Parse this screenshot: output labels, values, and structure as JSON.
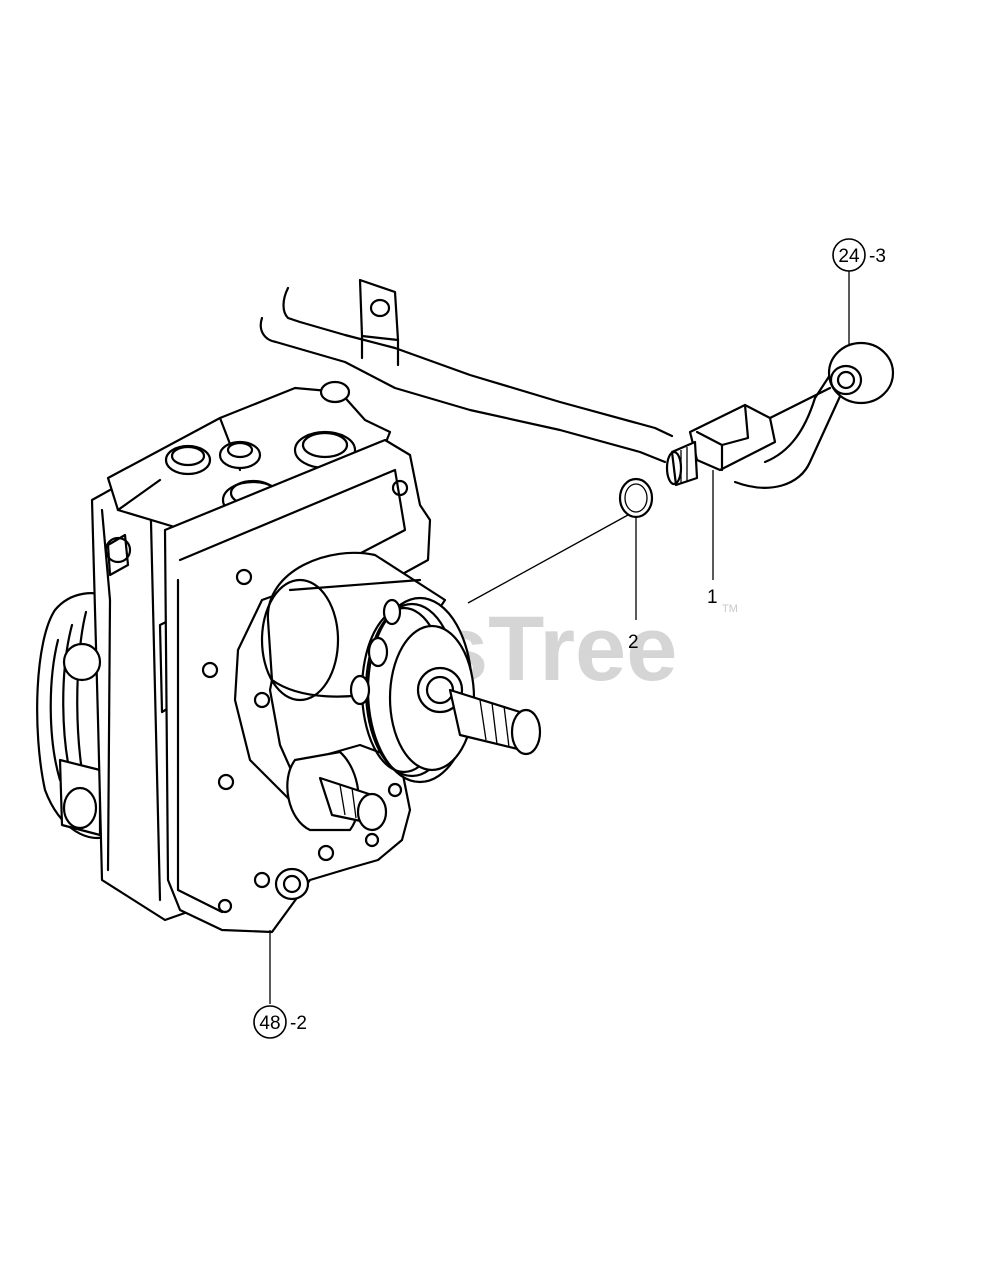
{
  "watermark": {
    "text": "PartsTree",
    "tm": "TM"
  },
  "callouts": {
    "part_1": {
      "label": "1"
    },
    "part_2": {
      "label": "2"
    },
    "ref_top": {
      "ref": "24",
      "suffix": "-3"
    },
    "ref_bottom": {
      "ref": "48",
      "suffix": "-2"
    }
  }
}
